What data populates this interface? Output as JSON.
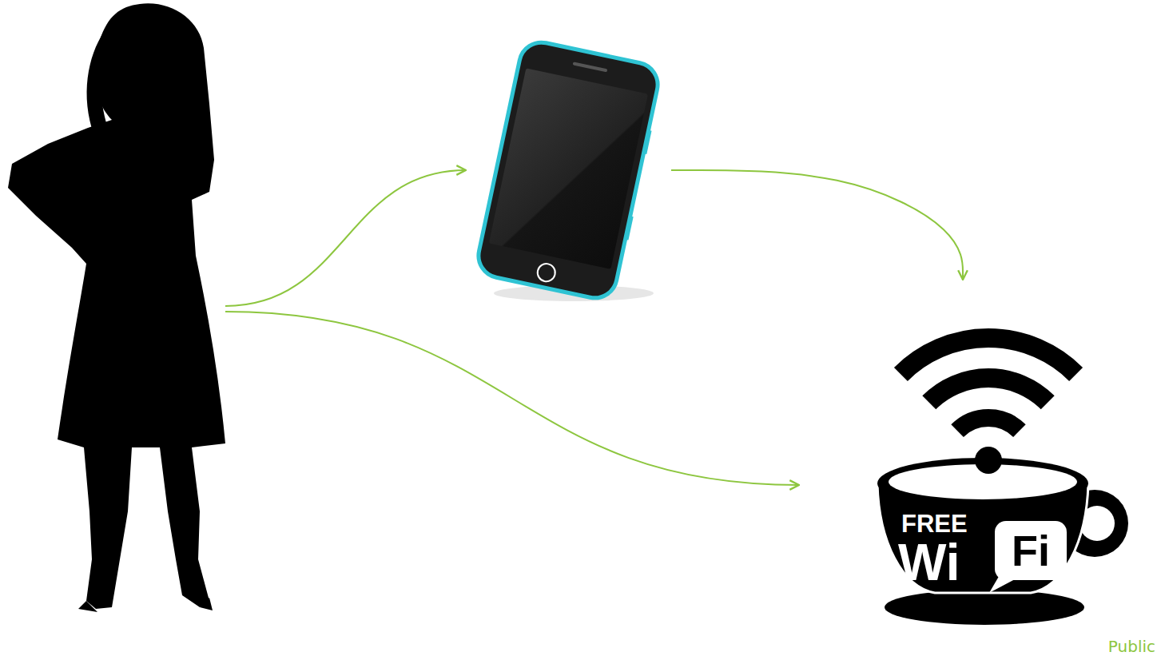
{
  "diagram": {
    "nodes": [
      {
        "text": []
      },
      {
        "text": []
      },
      {
        "text": [
          "FREE",
          "Wi",
          "Fi",
          "Public"
        ]
      }
    ],
    "edges": [
      {
        "from": 0,
        "to": 1,
        "arrow": "to"
      },
      {
        "from": 1,
        "to": 2,
        "arrow": "to"
      },
      {
        "from": 0,
        "to": 2,
        "arrow": "to"
      }
    ]
  }
}
